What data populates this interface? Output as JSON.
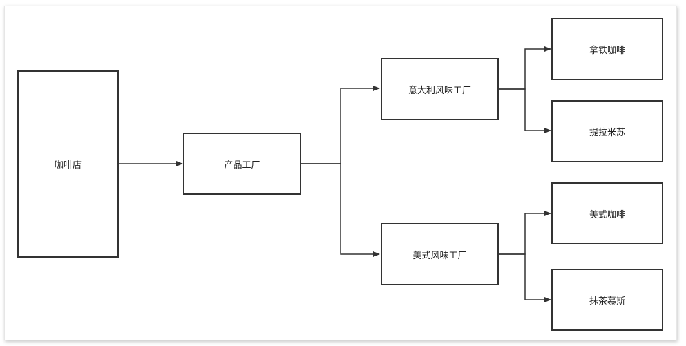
{
  "diagram": {
    "nodes": {
      "coffee_shop": "咖啡店",
      "product_factory": "产品工厂",
      "italian_factory": "意大利风味工厂",
      "american_factory": "美式风味工厂",
      "latte": "拿铁咖啡",
      "tiramisu": "提拉米苏",
      "americano": "美式咖啡",
      "matcha_mousse": "抹茶慕斯"
    },
    "colors": {
      "stroke": "#333333",
      "text": "#222222"
    }
  }
}
